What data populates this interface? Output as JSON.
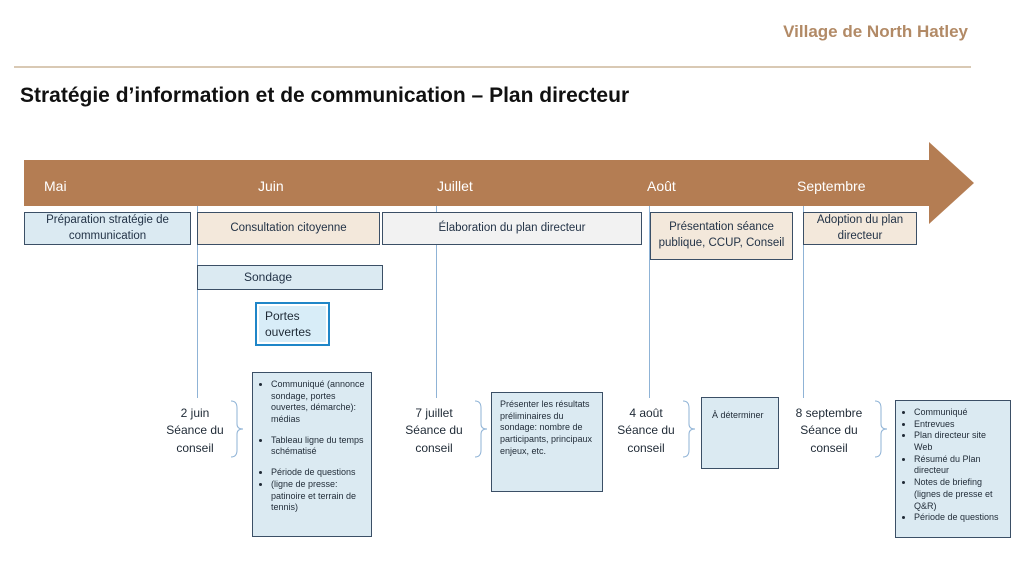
{
  "header": {
    "brand": "Village de North Hatley",
    "title": "Stratégie d’information et de communication – Plan directeur"
  },
  "colors": {
    "arrow": "#b47d53",
    "box_border": "#3b4f66",
    "box_blue": "#dbeaf2",
    "box_beige": "#f3e8db",
    "box_grey": "#f2f2f2",
    "timeline_line": "#8fb3d6"
  },
  "timeline": {
    "months": [
      "Mai",
      "Juin",
      "Juillet",
      "Août",
      "Septembre"
    ]
  },
  "phases": {
    "preparation": "Préparation stratégie de communication",
    "consultation": "Consultation citoyenne",
    "elaboration": "Élaboration du plan directeur",
    "presentation": "Présentation séance publique, CCUP, Conseil",
    "adoption": "Adoption du plan directeur"
  },
  "activities": {
    "sondage": "Sondage",
    "portes_ouvertes": "Portes ouvertes"
  },
  "meetings": [
    {
      "date": "2 juin",
      "line2": "Séance du",
      "line3": "conseil"
    },
    {
      "date": "7 juillet",
      "line2": "Séance du",
      "line3": "conseil"
    },
    {
      "date": "4 août",
      "line2": "Séance du",
      "line3": "conseil"
    },
    {
      "date": "8 septembre",
      "line2": "Séance du",
      "line3": "conseil"
    }
  ],
  "notes": {
    "juin": [
      "Communiqué (annonce sondage, portes ouvertes, démarche): médias",
      "Tableau ligne du temps schématisé",
      "Période de questions",
      "(ligne de presse: patinoire et terrain de tennis)"
    ],
    "juillet": "Présenter les résultats préliminaires du sondage: nombre de participants, principaux enjeux, etc.",
    "aout": "À déterminer",
    "septembre": [
      "Communiqué",
      "Entrevues",
      "Plan directeur site Web",
      "Résumé du Plan directeur",
      "Notes de briefing (lignes de presse et Q&R)",
      "Période de questions"
    ]
  }
}
